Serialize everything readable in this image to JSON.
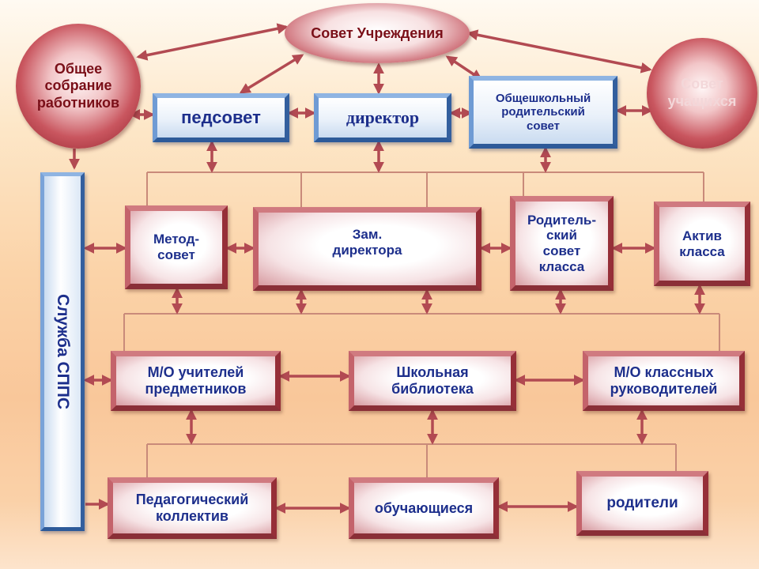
{
  "colors": {
    "arrow": "#b24a52",
    "line": "#c98a7a",
    "text_blue": "#1d2f8c",
    "text_dark_red": "#7a0f18",
    "text_pink": "#f3d7d9"
  },
  "top": {
    "sovet_uchrezhdeniya": "Совет Учреждения",
    "obshchee_sobranie": "Общее собрание работников",
    "sovet_uchashchikhsya": "Совет учащихся"
  },
  "row1": {
    "pedsovet": "педсовет",
    "direktor": "директор",
    "obshcheshkolny_roditelsky_sovet": "Общешкольный родительский совет"
  },
  "row2": {
    "metodsovet_line1": "Метод-",
    "metodsovet_line2": "совет",
    "zam_line1": "Зам.",
    "zam_line2": "директора",
    "rodit_line1": "Родитель-",
    "rodit_line2": "ский",
    "rodit_line3": "совет",
    "rodit_line4": "класса",
    "aktiv_line1": "Актив",
    "aktiv_line2": "класса"
  },
  "row3": {
    "mo_uchiteley_line1": "М/О учителей",
    "mo_uchiteley_line2": "предметников",
    "biblioteka_line1": "Школьная",
    "biblioteka_line2": "библиотека",
    "mo_klassnykh_line1": "М/О классных",
    "mo_klassnykh_line2": "руководителей"
  },
  "row4": {
    "ped_kollektiv_line1": "Педагогический",
    "ped_kollektiv_line2": "коллектив",
    "obuchayushchiesya": "обучающиеся",
    "roditeli": "родители"
  },
  "side": {
    "sluzhba_spps": "Служба СППС"
  }
}
